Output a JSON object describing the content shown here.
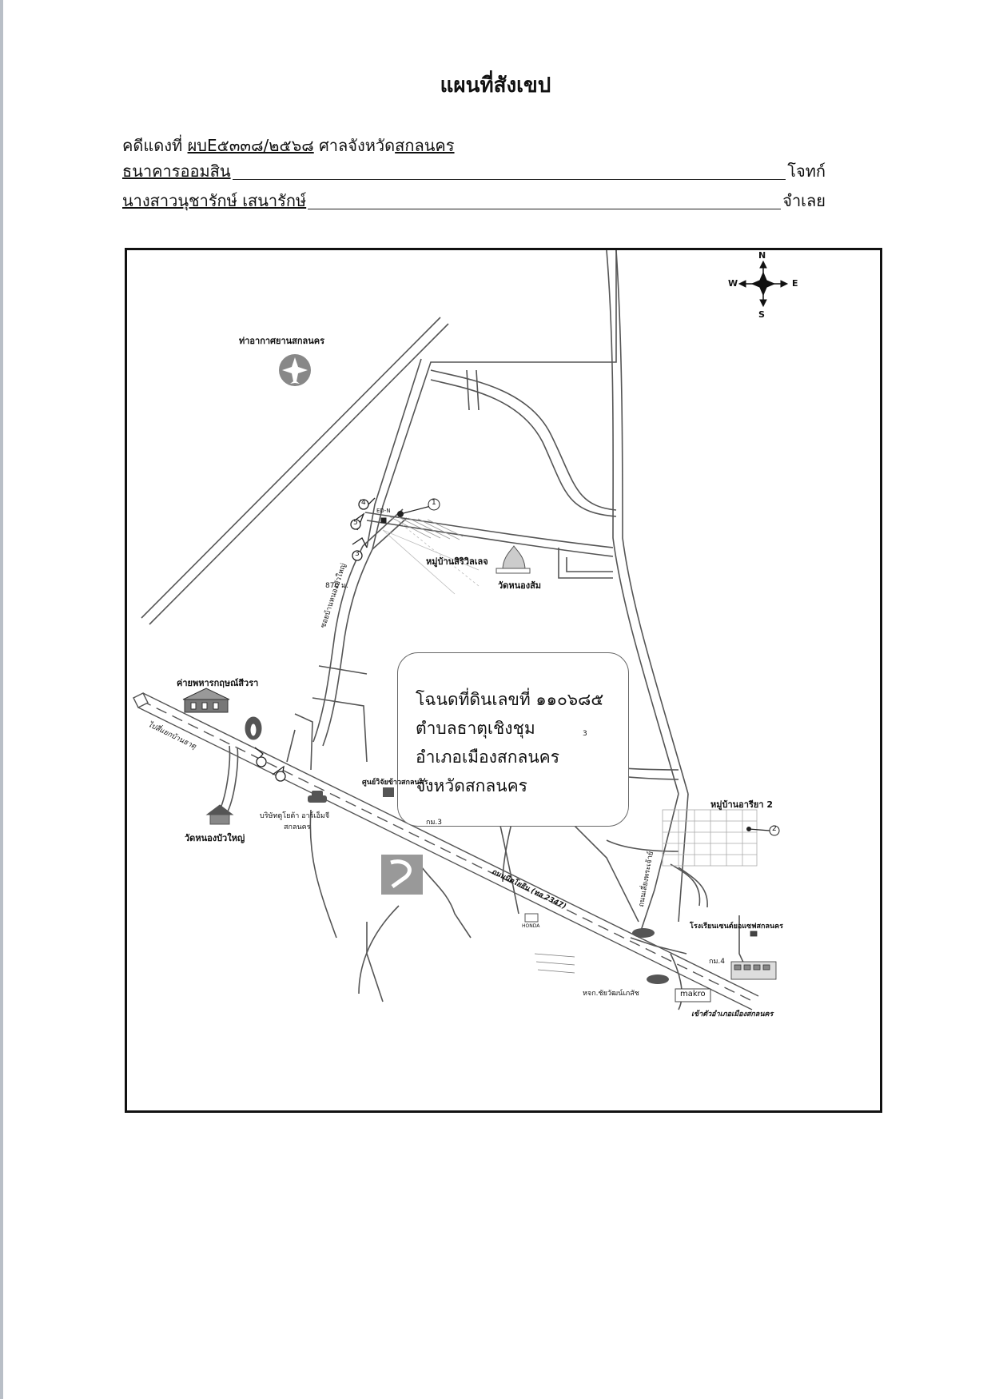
{
  "document": {
    "title": "แผนที่สังเขป",
    "case_prefix": "คดีแดงที่ ",
    "case_number": "ผบE๕๓๓๘/๒๕๖๘",
    "court_prefix": " ศาลจังหวัด",
    "court_province": "สกลนคร",
    "plaintiff_name": "ธนาคารออมสิน",
    "plaintiff_role": "โจทก์",
    "defendant_name": "นางสาวนุชารักษ์ เสนารักษ์",
    "defendant_role": "จำเลย"
  },
  "map": {
    "deed_box": {
      "line1": "โฉนดที่ดินเลขที่ ๑๑๐๖๘๕",
      "line2": "ตำบลธาตุเชิงชุม",
      "line3": "อำเภอเมืองสกลนคร",
      "line4": "จังหวัดสกลนคร"
    },
    "compass": {
      "n": "N",
      "s": "S",
      "e": "E",
      "w": "W"
    },
    "labels": {
      "airport": "ท่าอากาศยานสกลนคร",
      "village_siri": "หมู่บ้านสิริวิลเลจ",
      "wat_nong_som": "วัดหนองส้ม",
      "distance_870": "870 ม.",
      "soi_road": "ซอยบ้านหนองบัวใหญ่",
      "army_camp": "ค่ายพหารกฤษณ์สีวรา",
      "to_ban_that": "ไปสี่แยกบ้านธาตุ",
      "wat_nong_bua": "วัดหนองบัวใหญ่",
      "toyota": "บริษัทตูโยต้า อาร์เอ็มจี",
      "toyota2": "สกลนคร",
      "rice_center": "ศูนย์วิจัยข้าวสกลนคร",
      "km3": "กม.3",
      "highway": "ถนนนิตโยธิน (ทล 2347)",
      "honda": "HONDA",
      "village_ariya": "หมู่บ้านอารียา 2",
      "school": "โรงเรียนเซนต์ยอแซฟสกลนคร",
      "km4": "กม.4",
      "makro": "makro",
      "shop": "หจก.ชัยวัฒน์เภสัช",
      "to_city": "เข้าตัวอำเภอเมืองสกลนคร",
      "road_east": "ถนนเลี่ยงพระเจ้าย์",
      "marker1": "1",
      "marker2": "2",
      "marker3": "3",
      "marker4": "4",
      "marker5": "5",
      "marker_3b": "3",
      "point_code": "ED-N"
    },
    "colors": {
      "road": "#555555",
      "ink": "#222222",
      "frame": "#111111"
    }
  }
}
